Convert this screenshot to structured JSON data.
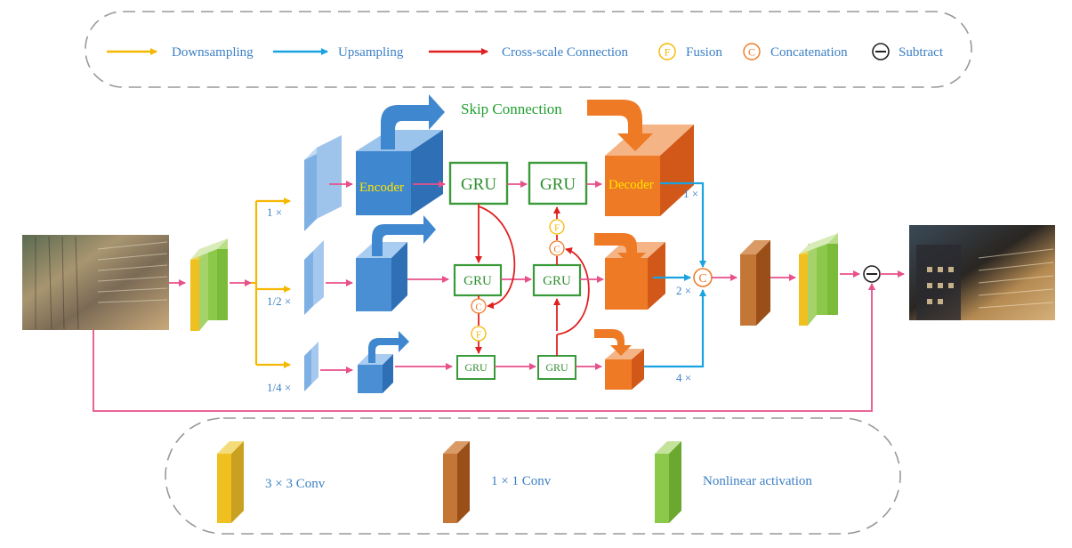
{
  "legend": {
    "downsampling": "Downsampling",
    "upsampling": "Upsampling",
    "cross_scale": "Cross-scale Connection",
    "fusion_symbol": "F",
    "fusion": "Fusion",
    "concat_symbol": "C",
    "concatenation": "Concatenation",
    "subtract": "Subtract"
  },
  "scales": {
    "s1": "1 ×",
    "s2": "1/2 ×",
    "s4": "1/4 ×"
  },
  "upscales": {
    "u1": "1 ×",
    "u2": "2 ×",
    "u4": "4 ×"
  },
  "encoder_label": "Encoder",
  "decoder_label": "Decoder",
  "skip_label": "Skip Connection",
  "gru_label": "GRU",
  "fuse_symbol": "F",
  "concat_symbol": "C",
  "bottom_legend": {
    "conv3": "3 × 3 Conv",
    "conv1": "1 × 1 Conv",
    "nonlinear": "Nonlinear activation"
  },
  "colors": {
    "downsampling": "#f5b800",
    "upsampling": "#1aa3e0",
    "cross_scale": "#e02020",
    "flow": "#e8508a",
    "encoder_blue": "#3f87cf",
    "decoder_orange": "#ee7a25",
    "gru_green": "#3a9a3a",
    "conv3_yellow": "#e8c02a",
    "conv1_brown": "#b8662a",
    "nonlinear_green": "#8cc94a"
  }
}
